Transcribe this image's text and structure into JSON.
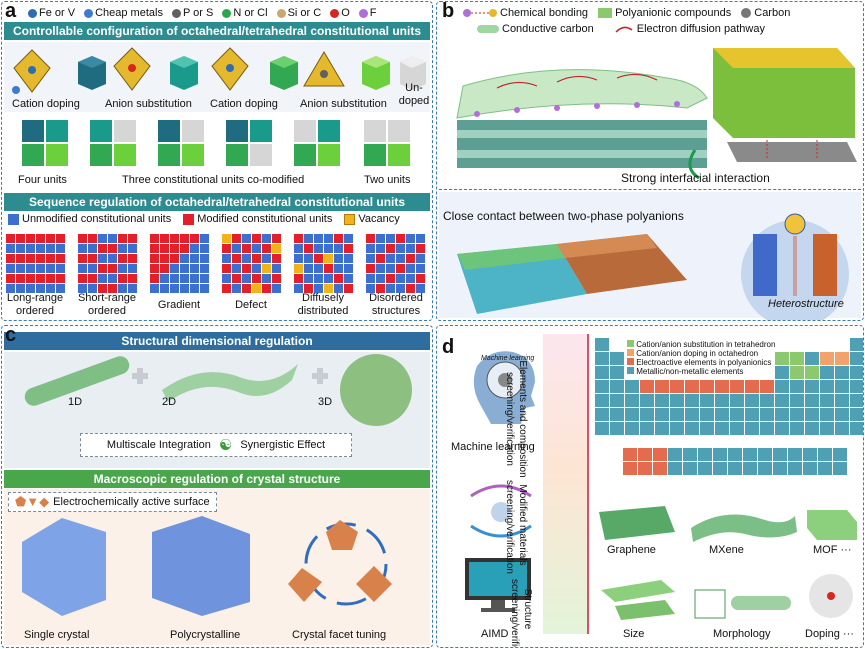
{
  "panel_a": {
    "letter": "a",
    "legend": [
      {
        "label": "Fe or V",
        "color": "#2d6db0"
      },
      {
        "label": "Cheap metals",
        "color": "#3e7bd0"
      },
      {
        "label": "P or S",
        "color": "#606060"
      },
      {
        "label": "N or Cl",
        "color": "#2aa64a"
      },
      {
        "label": "Si or C",
        "color": "#c9a76e"
      },
      {
        "label": "O",
        "color": "#d7261e"
      },
      {
        "label": "F",
        "color": "#b06fd6"
      }
    ],
    "header1": "Controllable configuration of octahedral/tetrahedral constitutional units",
    "steps": [
      "Cation doping",
      "Anion substitution",
      "Cation doping",
      "Anion substitution",
      "Un-\ndoped"
    ],
    "groups": [
      "Four units",
      "Three constitutional units co-modified",
      "Two units"
    ],
    "header2": "Sequence regulation of octahedral/tetrahedral constitutional units",
    "legend2": [
      {
        "label": "Unmodified constitutional units",
        "color": "#3d6fcf"
      },
      {
        "label": "Modified constitutional units",
        "color": "#e3202a"
      },
      {
        "label": "Vacancy",
        "color": "#f2b21c"
      }
    ],
    "patterns": [
      "Long-range ordered",
      "Short-range ordered",
      "Gradient",
      "Defect",
      "Diffusely distributed",
      "Disordered structures"
    ]
  },
  "panel_b": {
    "letter": "b",
    "legend": [
      "Chemical bonding",
      "Polyanionic compounds",
      "Carbon",
      "Conductive carbon",
      "Electron diffusion pathway"
    ],
    "interaction": "Strong interfacial interaction",
    "contact": "Close contact between two-phase polyanions",
    "hetero": "Heterostructure"
  },
  "panel_c": {
    "letter": "c",
    "header1": "Structural dimensional regulation",
    "dims": [
      "1D",
      "2D",
      "3D"
    ],
    "integration": "Multiscale Integration",
    "synergy": "Synergistic Effect",
    "header2": "Macroscopic regulation of crystal structure",
    "surface": "Electrochemically active surface",
    "structures": [
      "Single crystal",
      "Polycrystalline",
      "Crystal facet tuning"
    ]
  },
  "panel_d": {
    "letter": "d",
    "head_text": "Machine learning",
    "methods": [
      "Machine learning",
      "AIMD"
    ],
    "screen_labels": [
      "Elements and composition screening/verification",
      "Modified materials screening/verification",
      "Structure screening/verification"
    ],
    "pt_legend": [
      {
        "label": "Cation/anion substitution in tetrahedron",
        "color": "#8bc86e"
      },
      {
        "label": "Cation/anion doping in octahedron",
        "color": "#f1a36b"
      },
      {
        "label": "Electroactive elements in polyanionics",
        "color": "#e46b4e"
      },
      {
        "label": "Metallic/non-metallic elements",
        "color": "#4f9fb5"
      }
    ],
    "materials": [
      "Graphene",
      "MXene",
      "MOF ···"
    ],
    "structures": [
      "Size",
      "Morphology",
      "Doping ···"
    ]
  }
}
